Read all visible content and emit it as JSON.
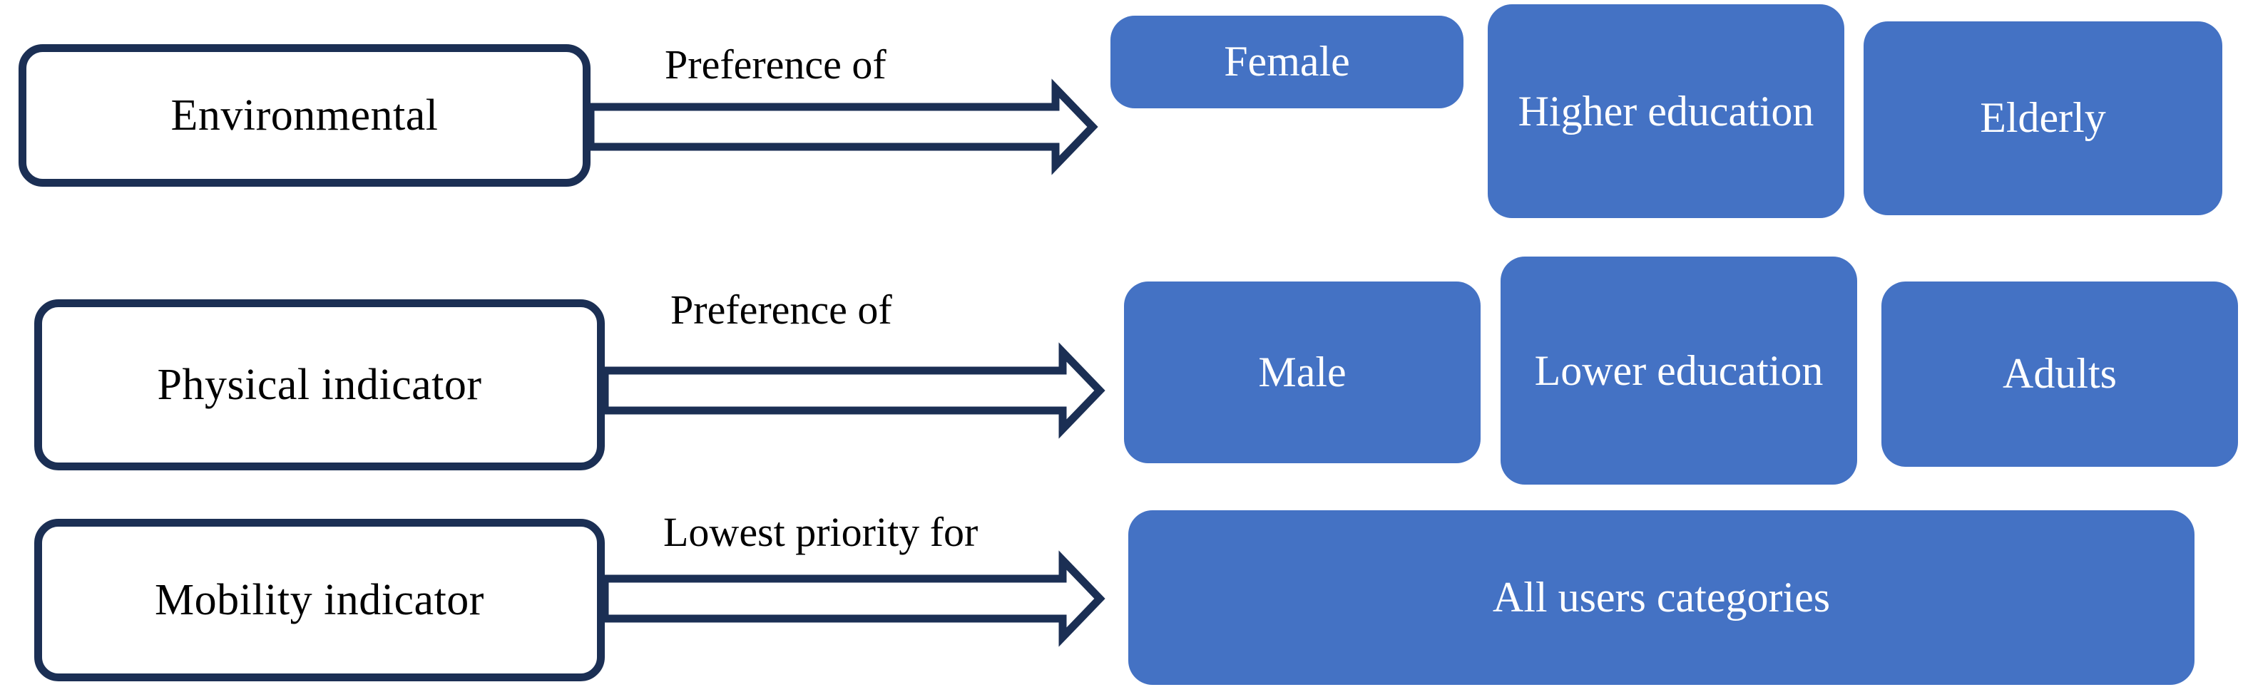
{
  "diagram": {
    "type": "flow-diagram",
    "colors": {
      "indicator_border": "#1B2F54",
      "indicator_fill": "#FFFFFF",
      "arrow_stroke": "#1B2F54",
      "arrow_fill": "#FFFFFF",
      "category_fill": "#4472C4",
      "category_text": "#FFFFFF",
      "label_text": "#000000",
      "background": "#FFFFFF"
    },
    "rows": [
      {
        "indicator": "Environmental",
        "arrow_label": "Preference of",
        "categories": [
          "Female",
          "Higher education",
          "Elderly"
        ]
      },
      {
        "indicator": "Physical indicator",
        "arrow_label": "Preference of",
        "categories": [
          "Male",
          "Lower education",
          "Adults"
        ]
      },
      {
        "indicator": "Mobility indicator",
        "arrow_label": "Lowest priority for",
        "categories": [
          "All users categories"
        ]
      }
    ]
  }
}
